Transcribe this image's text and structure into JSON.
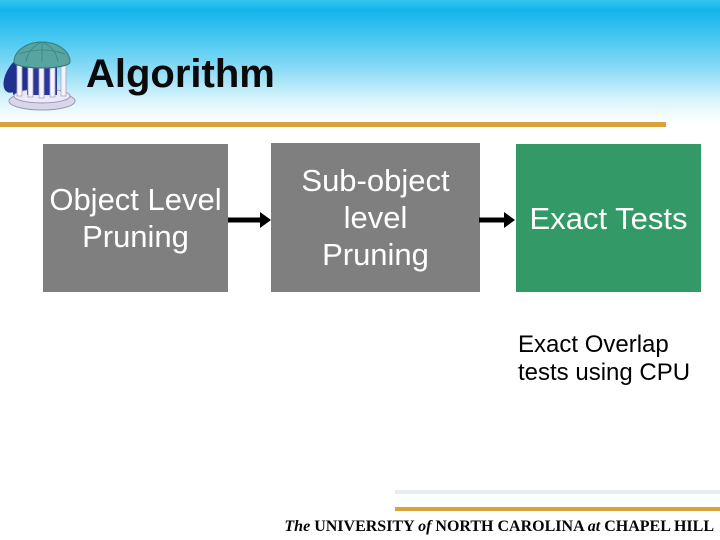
{
  "slide": {
    "title": "Algorithm",
    "flow": {
      "boxes": [
        {
          "id": "object-level-pruning",
          "lines": [
            "Object Level",
            "Pruning"
          ],
          "bg": "#7f7f7f",
          "text_color": "#ffffff"
        },
        {
          "id": "sub-object-level-pruning",
          "lines": [
            "Sub-object",
            "level",
            "Pruning"
          ],
          "bg": "#7f7f7f",
          "text_color": "#ffffff"
        },
        {
          "id": "exact-tests",
          "lines": [
            "Exact Tests"
          ],
          "bg": "#339966",
          "text_color": "#ffffff"
        }
      ],
      "arrow_color": "#000000"
    },
    "caption": {
      "lines": [
        "Exact Overlap",
        "tests using CPU"
      ]
    },
    "footer": {
      "full_text": "The UNIVERSITY of NORTH CAROLINA at CHAPEL HILL",
      "segments": [
        {
          "text": "The "
        },
        {
          "text": "UNIVERSITY "
        },
        {
          "text": "of "
        },
        {
          "text": "NORTH CAROLINA "
        },
        {
          "text": "at "
        },
        {
          "text": "CHAPEL HILL"
        }
      ]
    },
    "icons": {
      "logo": "unc-old-well-logo"
    },
    "colors": {
      "header_gradient_top": "#12b5ec",
      "header_gradient_bottom": "#ffffff",
      "gold_rule": "#d9a23b",
      "box_gray": "#7f7f7f",
      "box_green": "#339966",
      "title_color": "#0a0a0a"
    }
  }
}
